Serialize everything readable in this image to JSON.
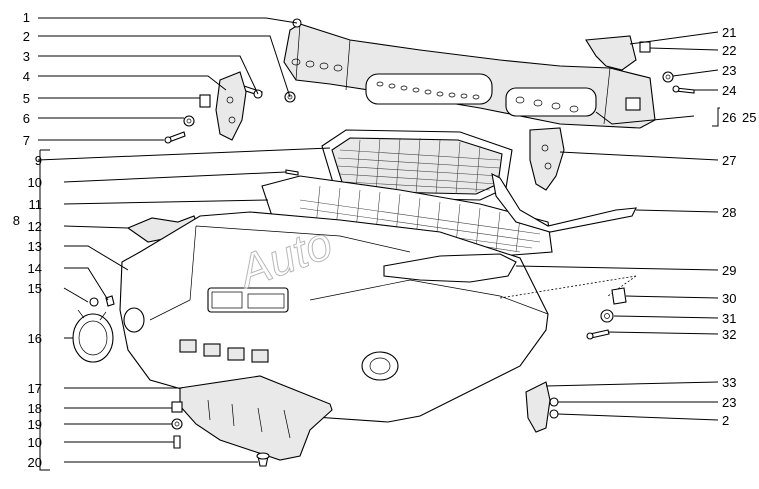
{
  "diagram": {
    "watermark_text": "Auto",
    "callouts_left": [
      "1",
      "2",
      "3",
      "4",
      "5",
      "6",
      "7",
      "8",
      "9",
      "10",
      "11",
      "12",
      "13",
      "14",
      "15",
      "16",
      "17",
      "18",
      "19",
      "10",
      "20"
    ],
    "callouts_right": [
      "21",
      "22",
      "23",
      "24",
      "25",
      "26",
      "27",
      "28",
      "29",
      "30",
      "31",
      "32",
      "33",
      "23",
      "2"
    ]
  }
}
